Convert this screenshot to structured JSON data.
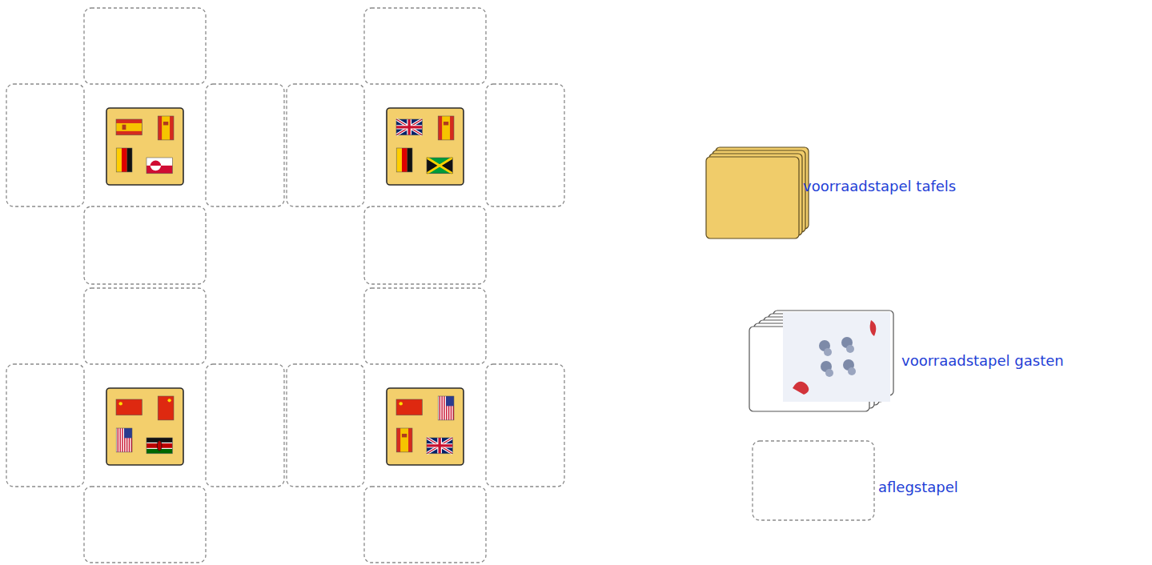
{
  "diagram": {
    "labels": [
      "voorraadstapel tafels",
      "voorraadstapel gasten",
      "aflegstapel"
    ]
  }
}
